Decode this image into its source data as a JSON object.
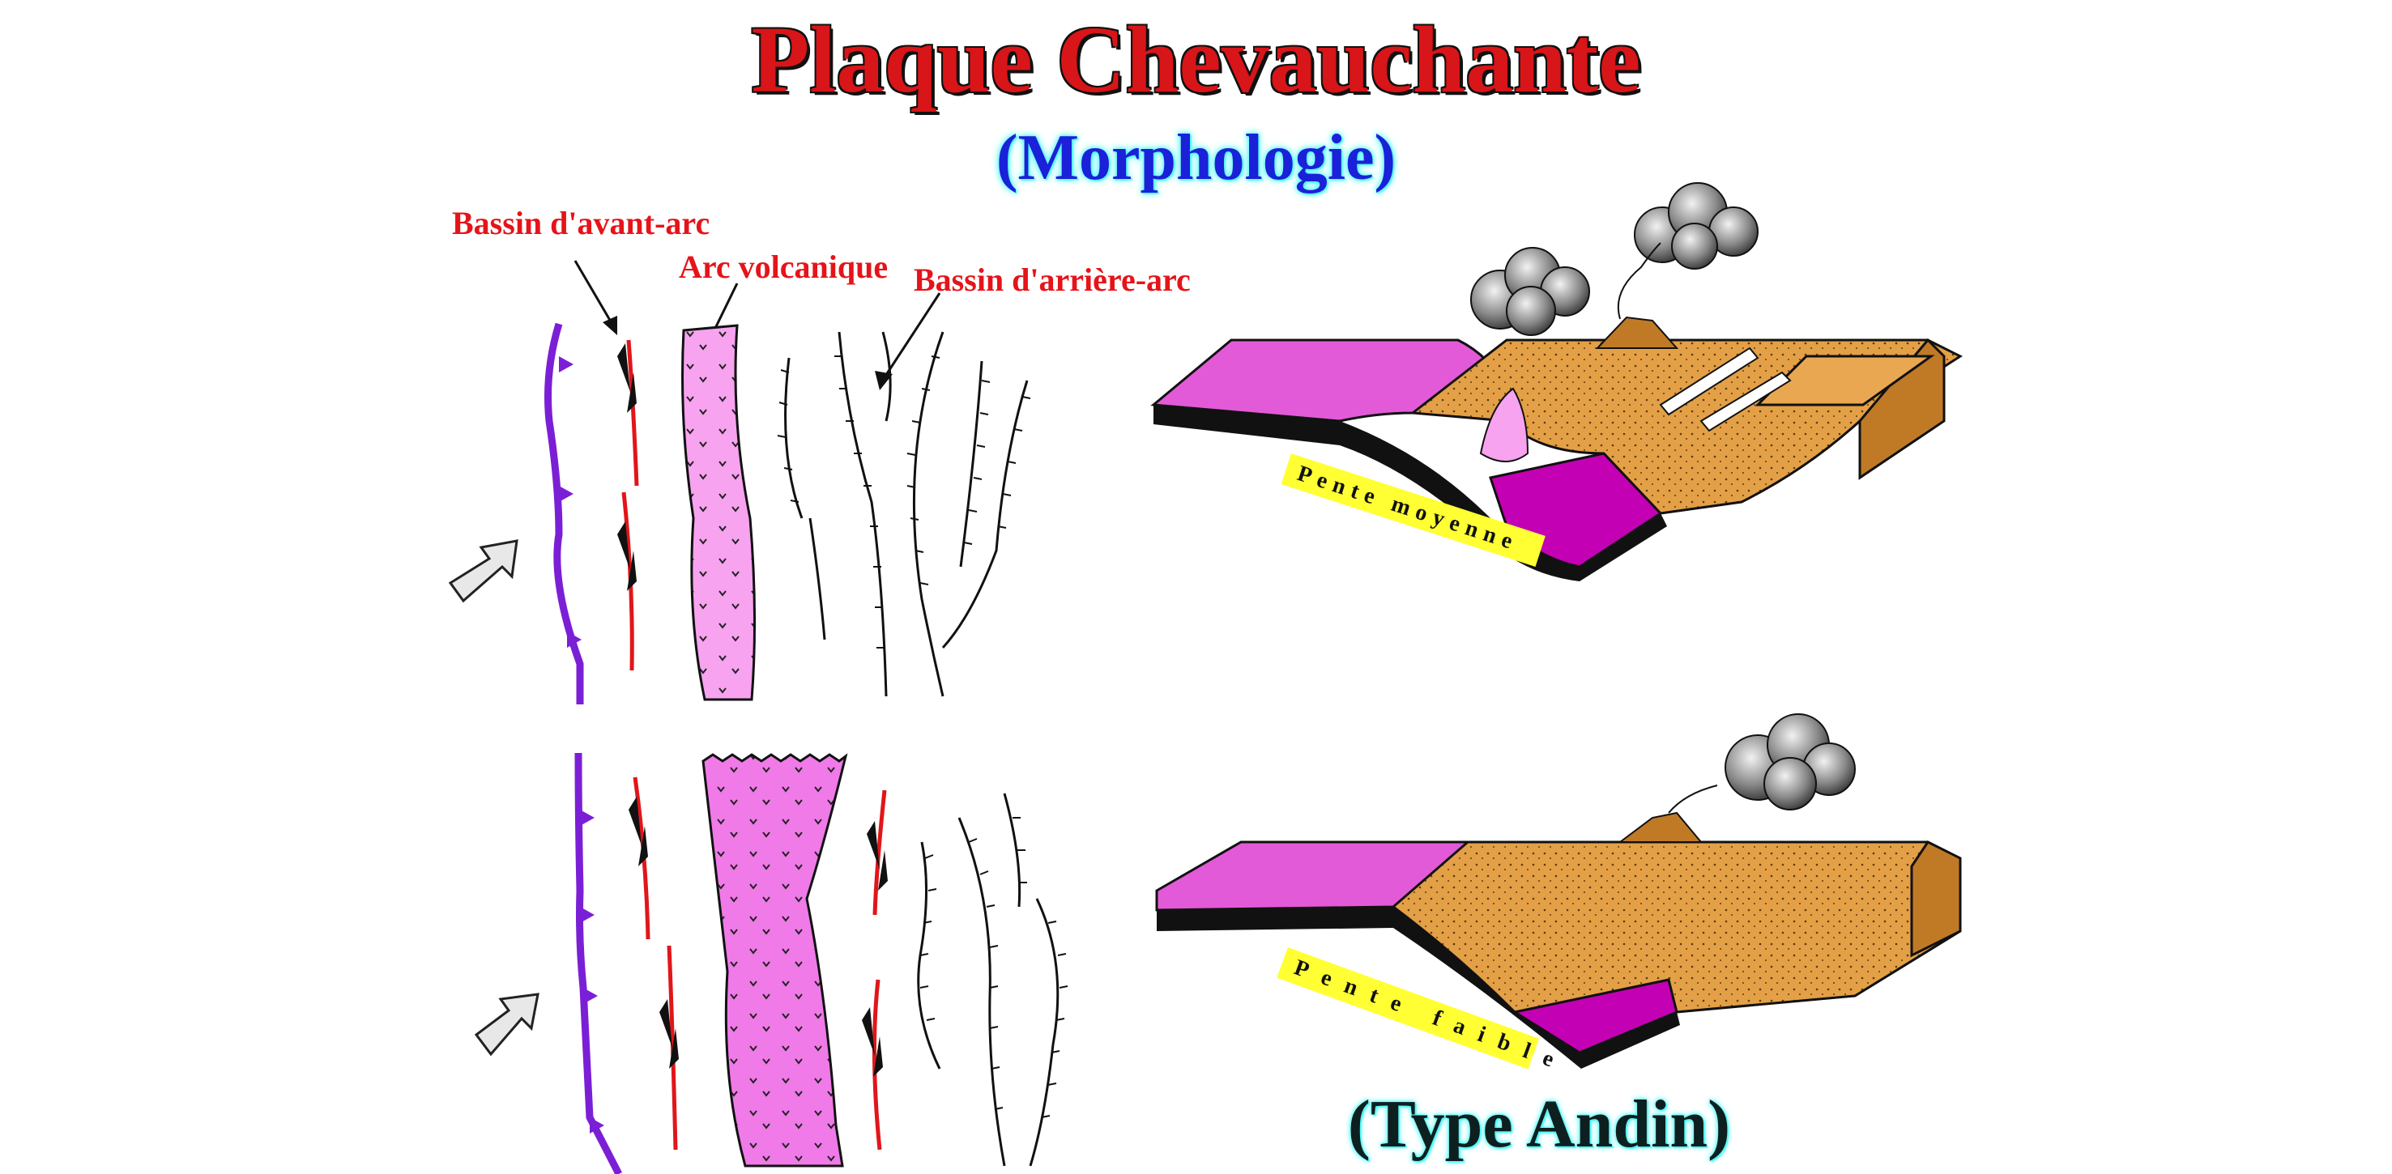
{
  "title": "Plaque Chevauchante",
  "subtitle": "(Morphologie)",
  "footer_label": "(Type Andin)",
  "labels": {
    "forearc": "Bassin d'avant-arc",
    "arc": "Arc volcanique",
    "backarc": "Bassin d'arrière-arc"
  },
  "block_labels": {
    "slope_medium": "Pente moyenne",
    "slope_low": "Pente faible"
  },
  "colors": {
    "title": "#d81518",
    "subtitle": "#1a21d8",
    "labels": "#e5141a",
    "trench": "#7b1fd6",
    "fault": "#e0161a",
    "arc_fill": "#f7a3f0",
    "arc_fill_2": "#f07ae8",
    "plate_top": "#e35ad8",
    "plate_side": "#111111",
    "crust": "#e3a046",
    "slope_label_bg": "#ffff33"
  }
}
